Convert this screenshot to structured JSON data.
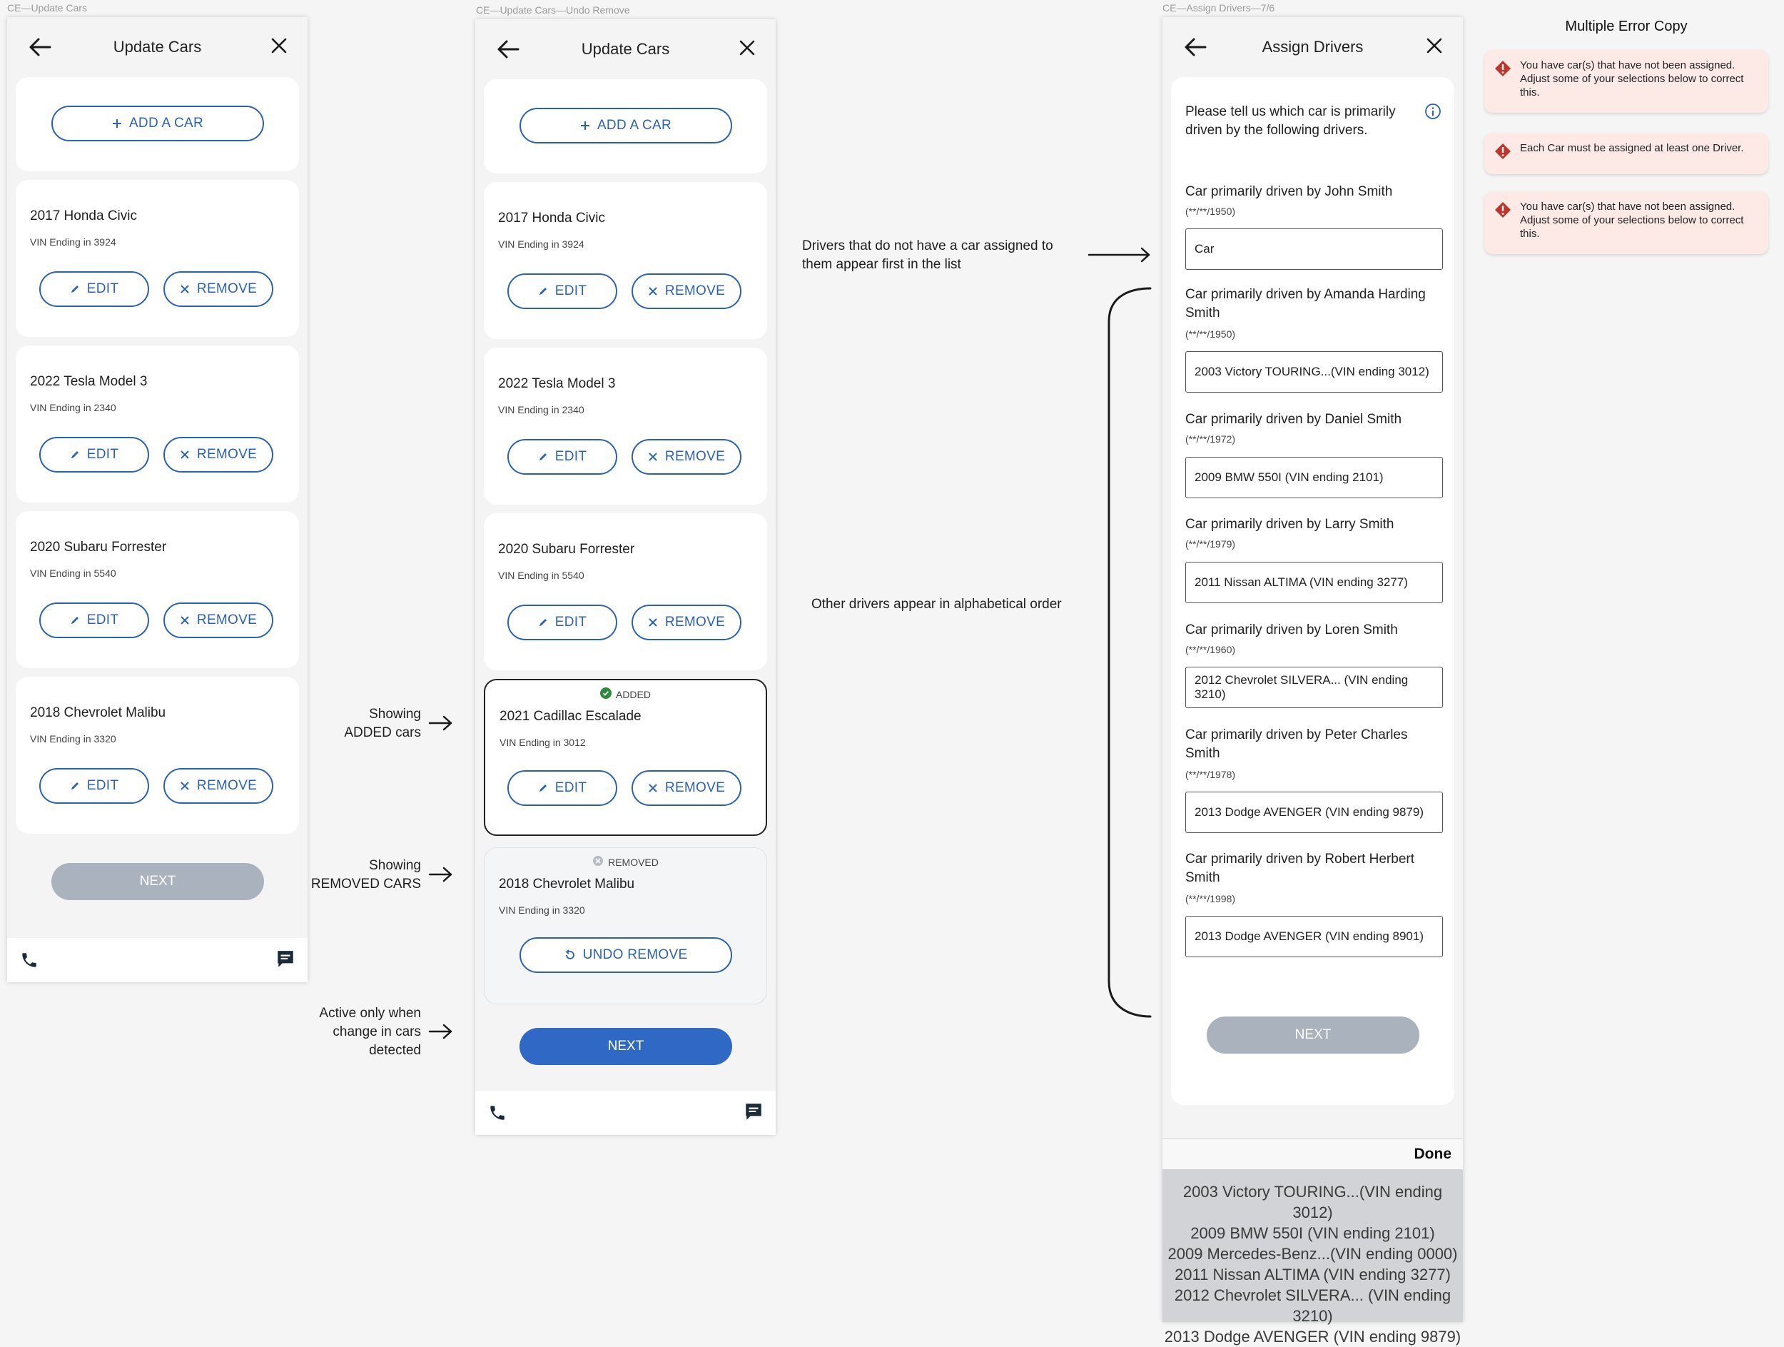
{
  "frame_labels": {
    "frame1": "CE—Update Cars",
    "frame2": "CE—Update Cars—Undo Remove",
    "frame3": "CE—Assign Drivers—7/6"
  },
  "update_cars": {
    "title": "Update Cars",
    "add_car_label": "ADD A CAR",
    "edit_label": "EDIT",
    "remove_label": "REMOVE",
    "next_label": "NEXT",
    "cars": [
      {
        "name": "2017 Honda Civic",
        "vin": "VIN Ending in 3924"
      },
      {
        "name": "2022 Tesla Model 3",
        "vin": "VIN Ending in 2340"
      },
      {
        "name": "2020 Subaru Forrester",
        "vin": "VIN Ending in 5540"
      },
      {
        "name": "2018 Chevrolet Malibu",
        "vin": "VIN Ending in 3320"
      }
    ]
  },
  "undo_remove": {
    "title": "Update Cars",
    "add_car_label": "ADD A CAR",
    "edit_label": "EDIT",
    "remove_label": "REMOVE",
    "next_label": "NEXT",
    "cars": [
      {
        "name": "2017 Honda Civic",
        "vin": "VIN Ending in 3924"
      },
      {
        "name": "2022 Tesla Model 3",
        "vin": "VIN Ending in 2340"
      },
      {
        "name": "2020 Subaru Forrester",
        "vin": "VIN Ending in 5540"
      }
    ],
    "added_car": {
      "badge": "ADDED",
      "name": "2021 Cadillac Escalade",
      "vin": "VIN Ending in 3012"
    },
    "removed_car": {
      "badge": "REMOVED",
      "name": "2018 Chevrolet Malibu",
      "vin": "VIN Ending in 3320",
      "undo_label": "UNDO REMOVE"
    }
  },
  "annotations": {
    "added": [
      "Showing",
      "ADDED cars"
    ],
    "removed": [
      "Showing",
      "REMOVED CARS"
    ],
    "active": [
      "Active only when",
      "change in cars",
      "detected"
    ],
    "drivers_first": [
      "Drivers that do not have a car assigned to",
      "them appear first in the list"
    ],
    "alphabetical": "Other drivers appear in alphabetical order"
  },
  "assign_drivers": {
    "title": "Assign Drivers",
    "intro": "Please tell us which car is primarily driven by the following drivers.",
    "next_label": "NEXT",
    "drivers": [
      {
        "label": "Car primarily driven by John Smith",
        "dob": "(**/**/1950)",
        "value": "Car"
      },
      {
        "label": "Car primarily driven by Amanda Harding Smith",
        "dob": "(**/**/1950)",
        "value": "2003 Victory TOURING...(VIN ending 3012)"
      },
      {
        "label": "Car primarily driven by Daniel Smith",
        "dob": "(**/**/1972)",
        "value": "2009 BMW 550I (VIN ending 2101)"
      },
      {
        "label": "Car primarily driven by Larry Smith",
        "dob": "(**/**/1979)",
        "value": "2011 Nissan ALTIMA (VIN ending 3277)"
      },
      {
        "label": "Car primarily driven by Loren Smith",
        "dob": "(**/**/1960)",
        "value": "2012 Chevrolet SILVERA... (VIN ending 3210)"
      },
      {
        "label": "Car primarily driven by Peter Charles Smith",
        "dob": "(**/**/1978)",
        "value": "2013 Dodge AVENGER (VIN ending 9879)"
      },
      {
        "label": "Car primarily driven by Robert Herbert Smith",
        "dob": "(**/**/1998)",
        "value": "2013 Dodge AVENGER (VIN ending 8901)"
      }
    ],
    "picker": {
      "done_label": "Done",
      "options": [
        "2003 Victory TOURING...(VIN ending 3012)",
        "2009 BMW 550I (VIN ending 2101)",
        "2009 Mercedes-Benz...(VIN ending 0000)",
        "2011 Nissan ALTIMA (VIN ending 3277)",
        "2012 Chevrolet SILVERA... (VIN ending 3210)",
        "2013 Dodge AVENGER (VIN ending 9879)"
      ]
    }
  },
  "error_copy": {
    "heading": "Multiple Error Copy",
    "messages": [
      "You have car(s) that have not been assigned. Adjust some of your selections below to correct this.",
      "Each Car must be assigned at least one Driver.",
      "You have car(s) that have not been assigned. Adjust some of your selections below to correct this."
    ]
  },
  "colors": {
    "accent": "#2a62b5",
    "next_active": "#2f68c5",
    "next_disabled": "#a9b2bd",
    "added_check": "#2e8b3d",
    "error_icon": "#c0352b",
    "error_bg": "#fde9e6"
  }
}
